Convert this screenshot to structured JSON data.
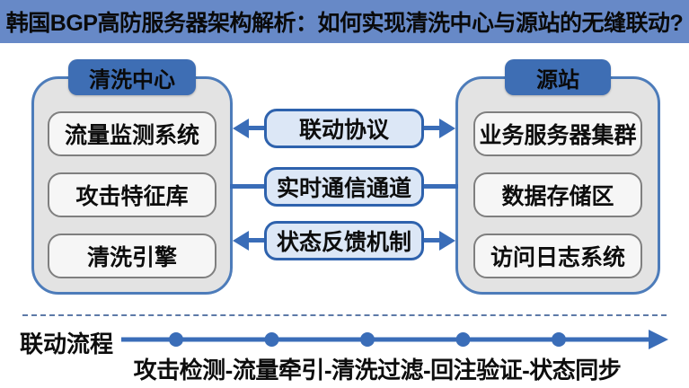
{
  "title": "韩国BGP高防服务器架构解析：如何实现清洗中心与源站的无缝联动?",
  "left_panel": {
    "header": "清洗中心",
    "items": [
      {
        "label": "流量监测系统"
      },
      {
        "label": "攻击特征库"
      },
      {
        "label": "清洗引擎"
      }
    ]
  },
  "right_panel": {
    "header": "源站",
    "items": [
      {
        "label": "业务服务器集群"
      },
      {
        "label": "数据存储区"
      },
      {
        "label": "访问日志系统"
      }
    ]
  },
  "connectors": [
    {
      "label": "联动协议",
      "type": "bidirectional-arrow"
    },
    {
      "label": "实时通信通道",
      "type": "line"
    },
    {
      "label": "状态反馈机制",
      "type": "bidirectional-arrow"
    }
  ],
  "flow": {
    "label": "联动流程",
    "steps_text": "攻击检测-流量牵引-清洗过滤-回注验证-状态同步",
    "steps": [
      "攻击检测",
      "流量牵引",
      "清洗过滤",
      "回注验证",
      "状态同步"
    ],
    "dot_count": 5
  },
  "colors": {
    "title_bar_bg": "#6789c7",
    "header_chip_bg": "#3e6eb4",
    "panel_bg": "#e3e3e3",
    "panel_border": "#4d7cba",
    "node_bg": "#f6f6f6",
    "node_border": "#7f7f7f",
    "pill_bg": "#dce7f6",
    "pill_border": "#2e62ad",
    "arrow_blue": "#3a6db8",
    "dashed_line": "#5d7aa8",
    "text": "#0d0d0d"
  }
}
